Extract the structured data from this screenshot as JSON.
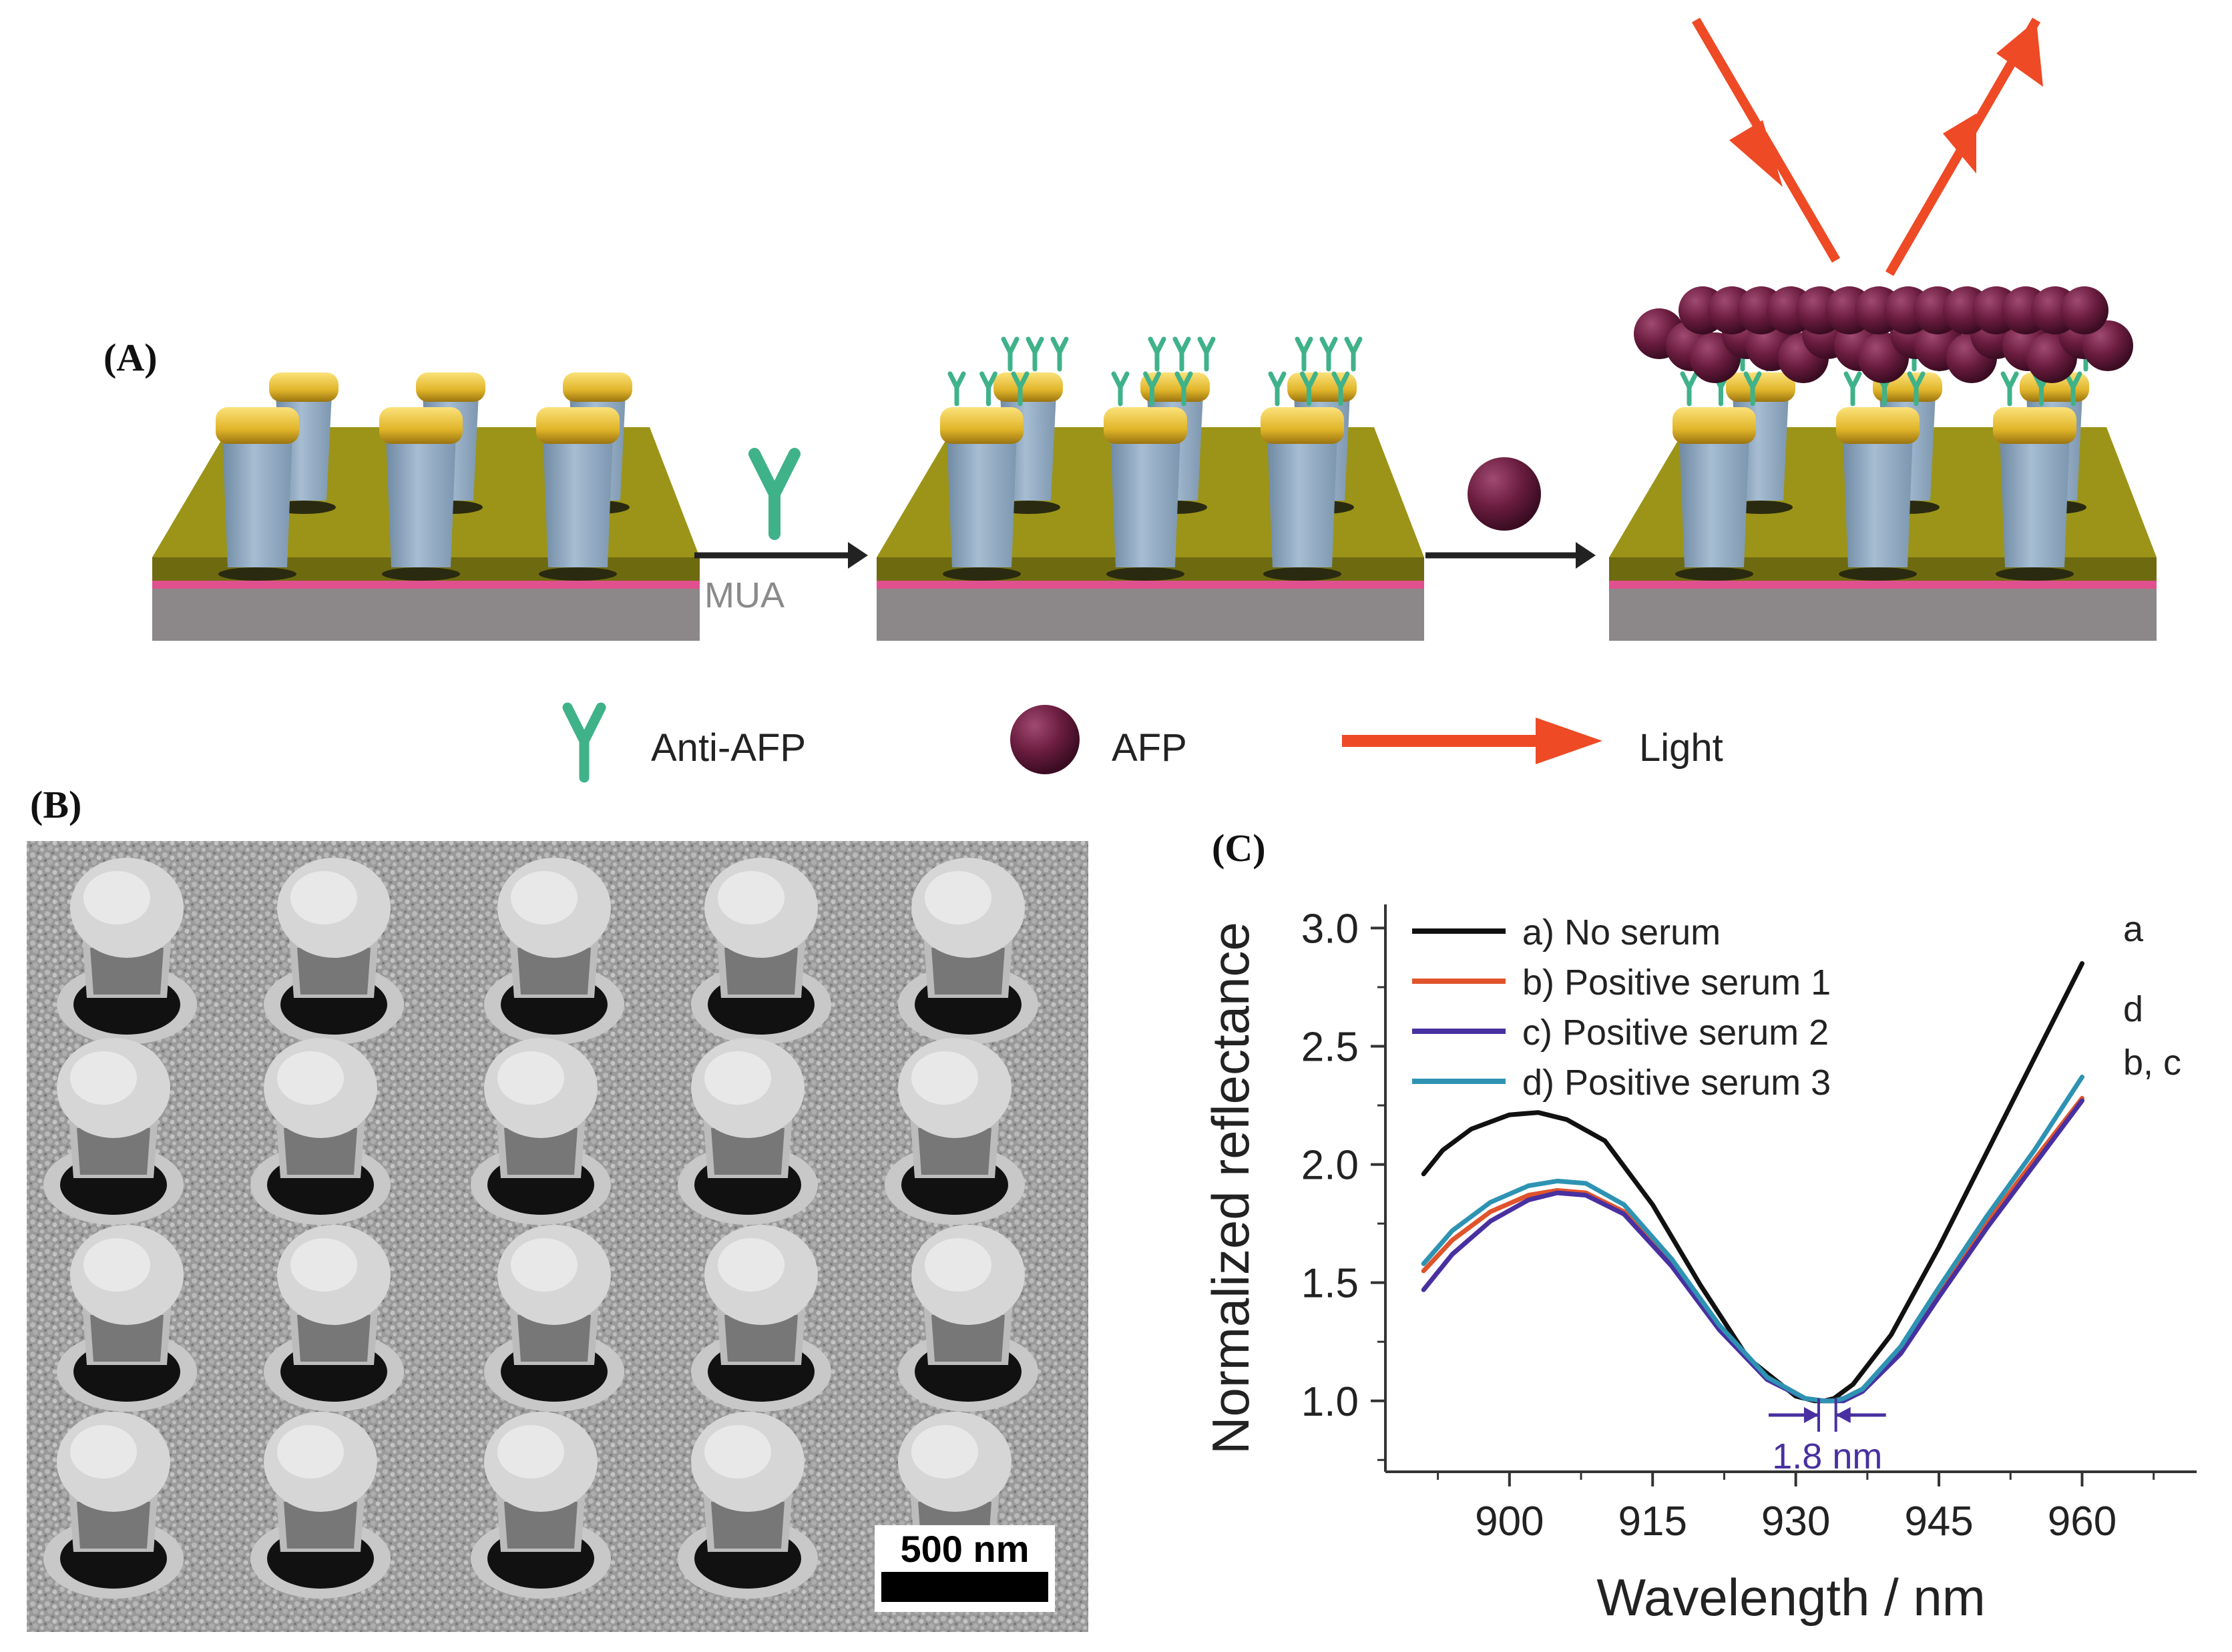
{
  "panels": {
    "a": "(A)",
    "b": "(B)",
    "c": "(C)"
  },
  "schematic": {
    "step1_label": "MUA",
    "legend": [
      {
        "icon": "antibody-icon",
        "label": "Anti-AFP"
      },
      {
        "icon": "afp-sphere-icon",
        "label": "AFP"
      },
      {
        "icon": "light-arrow-icon",
        "label": "Light"
      }
    ],
    "colors": {
      "gold": "#e1b52a",
      "substrate_top": "#9b9418",
      "substrate_front": "#6e6a10",
      "pink_layer": "#e0508e",
      "gray_base": "#8c8788",
      "pillar": "#8aa4bc",
      "antibody": "#3fb28a",
      "afp": "#6b1d3f",
      "light": "#ee4a25"
    }
  },
  "sem": {
    "scale_bar_label": "500 nm"
  },
  "chart_data": {
    "type": "line",
    "xlabel": "Wavelength / nm",
    "ylabel": "Normalized reflectance",
    "xlim": [
      887,
      972
    ],
    "ylim": [
      0.7,
      3.1
    ],
    "xticks": [
      900,
      915,
      930,
      945,
      960
    ],
    "yticks": [
      1.0,
      1.5,
      2.0,
      2.5,
      3.0
    ],
    "legend_position": "top-left",
    "series": [
      {
        "name": "a) No serum",
        "end_label": "a",
        "color": "#111111",
        "x": [
          891,
          893,
          896,
          900,
          903,
          906,
          910,
          915,
          920,
          925,
          930,
          932,
          933,
          934,
          936,
          940,
          945,
          950,
          955,
          960
        ],
        "y": [
          1.96,
          2.06,
          2.15,
          2.21,
          2.22,
          2.19,
          2.1,
          1.83,
          1.49,
          1.18,
          1.02,
          1.0,
          1.0,
          1.01,
          1.07,
          1.28,
          1.65,
          2.05,
          2.45,
          2.85
        ]
      },
      {
        "name": "b) Positive serum 1",
        "end_label": "b, c",
        "color": "#e0542c",
        "x": [
          891,
          894,
          898,
          902,
          905,
          908,
          912,
          917,
          922,
          927,
          931,
          933,
          934,
          935,
          937,
          941,
          945,
          950,
          955,
          960
        ],
        "y": [
          1.55,
          1.68,
          1.8,
          1.87,
          1.89,
          1.88,
          1.8,
          1.58,
          1.31,
          1.1,
          1.01,
          1.0,
          1.0,
          1.01,
          1.05,
          1.22,
          1.46,
          1.75,
          2.02,
          2.28
        ]
      },
      {
        "name": "c) Positive serum 2",
        "end_label": "b, c",
        "color": "#4830a0",
        "x": [
          891,
          894,
          898,
          902,
          905,
          908,
          912,
          917,
          922,
          927,
          931,
          933,
          934,
          935,
          937,
          941,
          945,
          950,
          955,
          960
        ],
        "y": [
          1.47,
          1.62,
          1.76,
          1.85,
          1.88,
          1.87,
          1.79,
          1.57,
          1.3,
          1.09,
          1.01,
          1.0,
          1.0,
          1.0,
          1.04,
          1.2,
          1.44,
          1.73,
          2.0,
          2.27
        ]
      },
      {
        "name": "d) Positive serum 3",
        "end_label": "d",
        "color": "#2e93b3",
        "x": [
          891,
          894,
          898,
          902,
          905,
          908,
          912,
          917,
          922,
          927,
          931,
          933,
          934,
          935,
          937,
          941,
          945,
          950,
          955,
          960
        ],
        "y": [
          1.58,
          1.72,
          1.84,
          1.91,
          1.93,
          1.92,
          1.83,
          1.6,
          1.32,
          1.1,
          1.01,
          1.0,
          1.0,
          1.01,
          1.05,
          1.23,
          1.48,
          1.78,
          2.06,
          2.37
        ]
      }
    ],
    "annotation": {
      "label": "1.8 nm",
      "x1": 932.4,
      "x2": 934.2,
      "y": 0.94,
      "color": "#4830a0"
    }
  }
}
